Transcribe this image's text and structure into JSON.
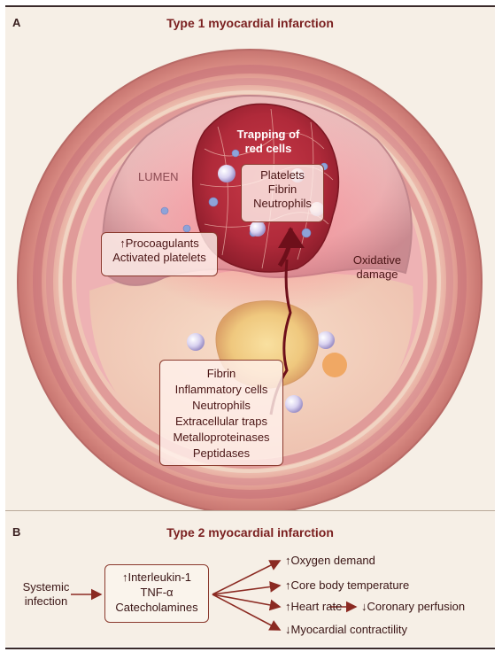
{
  "panel_a": {
    "letter": "A",
    "title": "Type 1 myocardial infarction",
    "lumen": "LUMEN",
    "trapping": [
      "Trapping of",
      "red cells"
    ],
    "thrombus_box": [
      "Platelets",
      "Fibrin",
      "Neutrophils"
    ],
    "procoag_box": [
      "↑Procoagulants",
      "Activated platelets"
    ],
    "oxidative": [
      "Oxidative",
      "damage"
    ],
    "plaque_box": [
      "Fibrin",
      "Inflammatory cells",
      "Neutrophils",
      "Extracellular traps",
      "Metalloproteinases",
      "Peptidases"
    ]
  },
  "panel_b": {
    "letter": "B",
    "title": "Type 2 myocardial infarction",
    "source": [
      "Systemic",
      "infection"
    ],
    "mediators": [
      "↑Interleukin-1",
      "TNF-α",
      "Catecholamines"
    ],
    "effects": {
      "oxygen": "↑Oxygen demand",
      "temperature": "↑Core body temperature",
      "heart_rate": "↑Heart rate",
      "perfusion": "↓Coronary perfusion",
      "contractility": "↓Myocardial contractility"
    }
  }
}
